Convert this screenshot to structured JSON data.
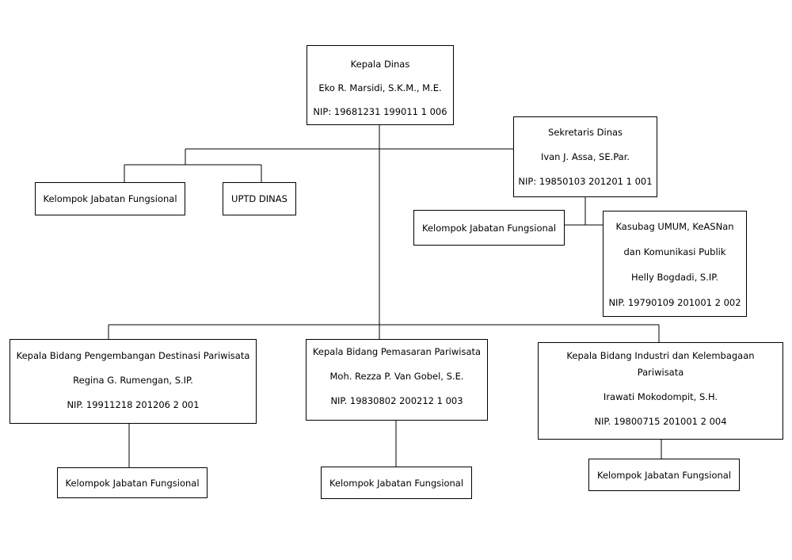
{
  "kepala_dinas": {
    "title": "Kepala Dinas",
    "name": "Eko R. Marsidi, S.K.M., M.E.",
    "nip": "NIP: 19681231 199011 1 006"
  },
  "sekretaris": {
    "title": "Sekretaris Dinas",
    "name": "Ivan J. Assa, SE.Par.",
    "nip": "NIP: 19850103 201201 1 001"
  },
  "kelompok_left": {
    "label": "Kelompok Jabatan Fungsional"
  },
  "uptd": {
    "label": "UPTD DINAS"
  },
  "kelompok_sekretaris": {
    "label": "Kelompok Jabatan Fungsional"
  },
  "kasubag": {
    "line1": "Kasubag UMUM, KeASNan",
    "line2": "dan Komunikasi Publik",
    "name": "Helly Bogdadi, S.IP.",
    "nip": "NIP. 19790109 201001 2 002"
  },
  "bidang_destinasi": {
    "title": "Kepala Bidang Pengembangan Destinasi Pariwisata",
    "name": "Regina G. Rumengan, S.IP.",
    "nip": "NIP. 19911218 201206 2 001"
  },
  "bidang_pemasaran": {
    "title": "Kepala Bidang Pemasaran Pariwisata",
    "name": "Moh. Rezza P. Van Gobel, S.E.",
    "nip": "NIP. 19830802 200212 1 003"
  },
  "bidang_industri": {
    "title_line1": "Kepala Bidang Industri dan Kelembagaan",
    "title_line2": "Pariwisata",
    "name": "Irawati Mokodompit, S.H.",
    "nip": "NIP. 19800715 201001 2 004"
  },
  "kelompok_destinasi": {
    "label": "Kelompok Jabatan Fungsional"
  },
  "kelompok_pemasaran": {
    "label": "Kelompok Jabatan Fungsional"
  },
  "kelompok_industri": {
    "label": "Kelompok Jabatan Fungsional"
  }
}
